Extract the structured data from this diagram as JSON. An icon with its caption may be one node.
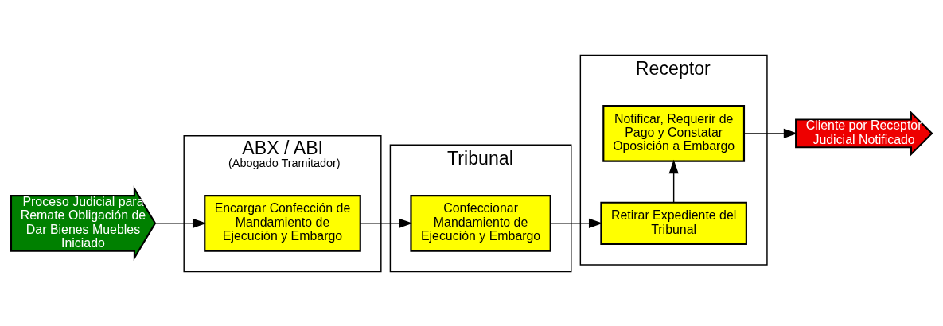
{
  "diagram": {
    "nodes": [
      {
        "text": [
          "Proceso Judicial para Remate Obligación de Dar Bienes Muebles Iniciado"
        ]
      },
      {
        "text": [
          "ABX / ABI",
          "(Abogado Tramitador)"
        ]
      },
      {
        "text": [
          "Encargar Confección de Mandamiento de Ejecución y Embargo"
        ],
        "in": 1
      },
      {
        "text": [
          "Tribunal"
        ]
      },
      {
        "text": [
          "Confeccionar Mandamiento de Ejecución y Embargo"
        ],
        "in": 3
      },
      {
        "text": [
          "Receptor"
        ]
      },
      {
        "text": [
          "Retirar Expediente del Tribunal"
        ],
        "in": 5
      },
      {
        "text": [
          "Notificar, Requerir de Pago y Constatar Oposición a Embargo"
        ],
        "in": 5
      },
      {
        "text": [
          "Cliente por Receptor Judicial Notificado"
        ]
      }
    ],
    "edges": [
      {
        "from": 0,
        "to": 2,
        "arrow": "to"
      },
      {
        "from": 2,
        "to": 4,
        "arrow": "to"
      },
      {
        "from": 4,
        "to": 6,
        "arrow": "to"
      },
      {
        "from": 6,
        "to": 7,
        "arrow": "to"
      },
      {
        "from": 7,
        "to": 8,
        "arrow": "to"
      }
    ]
  }
}
